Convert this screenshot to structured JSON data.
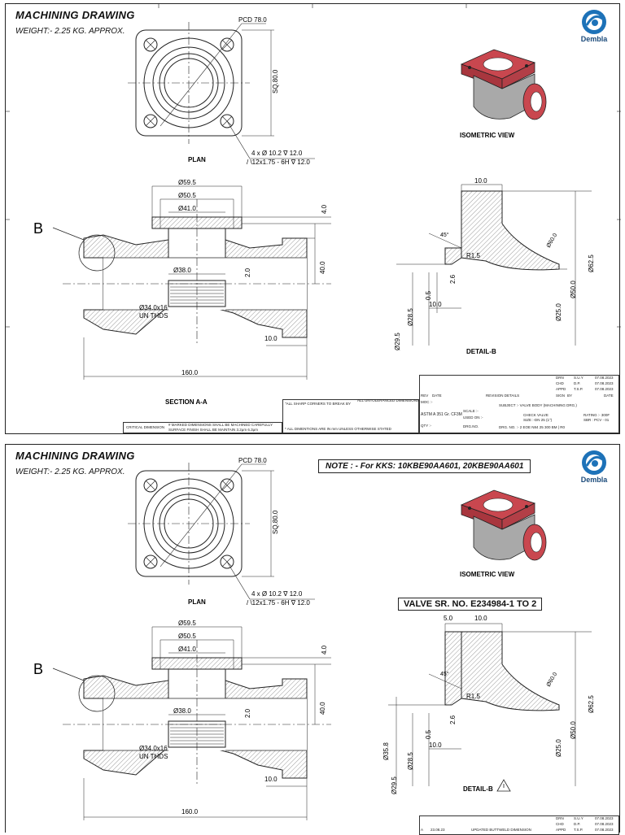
{
  "sheet1": {
    "title": "MACHINING DRAWING",
    "weight": "WEIGHT:- 2.25 KG. APPROX.",
    "logo_text": "Dembla",
    "dims": {
      "pcd": "PCD 78.0",
      "sq": "SQ.80.0",
      "holes": "4 x Ø 10.2 ∇ 12.0",
      "thread": "/ \\12x1.75 - 6H ∇ 12.0",
      "d595": "Ø59.5",
      "d505": "Ø50.5",
      "d410": "Ø41.0",
      "d380": "Ø38.0",
      "d340": "Ø34.0x16",
      "unthds": "UN THDS",
      "d40": "4.0",
      "d400": "40.0",
      "d20": "2.0",
      "d100": "10.0",
      "d1600": "160.0",
      "b": "B",
      "det_100a": "10.0",
      "det_100b": "10.0",
      "det_r15": "R1.5",
      "det_45": "45°",
      "det_625": "Ø62.5",
      "det_500": "Ø50.0",
      "det_250": "Ø25.0",
      "det_295": "Ø29.5",
      "det_285": "Ø28.5",
      "det_05": "0.5",
      "det_26": "2.6",
      "det_600": "Ø60.0"
    },
    "labels": {
      "plan": "PLAN",
      "section": "SECTION A-A",
      "iso": "ISOMETRIC VIEW",
      "detail": "DETAIL-B"
    },
    "titleblock": {
      "drn": "DRN",
      "chd": "CHD",
      "appd": "APPD",
      "rev": "REV",
      "date": "DATE",
      "rev_details": "REVISION DETAILS",
      "sign": "SIGN",
      "by": "BY",
      "date2": "DATE",
      "drn_by": "S.U.Y",
      "chd_by": "D.P.",
      "appd_by": "T.S.P.",
      "drn_date": "07.08.2023",
      "chd_date": "07.08.2023",
      "appd_date": "07.08.2023",
      "moc": "MOC :-",
      "material": "ASTM A 351 Gr. CF3M",
      "qty": "QTY :-",
      "scale": "SCALE :-",
      "used_on": "USED ON :-",
      "drg_no_lbl": "DRG.NO.",
      "subject": "SUBJECT :- VALVE BODY (MACHINING DRG.)",
      "check": "CHECK VALVE",
      "size": "SIZE :-DN 25 (1\")",
      "rating": "RATING :- 300F",
      "sbr": "SBR : PCV - 01",
      "drg_no": "DRG. NO. :- 2 EOE N84 25 300 BM | R0",
      "notes_sharp": "\"ALL SHARP CORNERS TO BREAK BY",
      "notes_tol": "ALL UNTOLERANCED DIMENSIONS",
      "notes_all": "* ALL DIMENTIONS ARE IN mm UNLESS OTHERWISE STATED",
      "critical": "CRITICAL DIMENSION",
      "marked": "# MARKED DIMENSIONS SHALL BE MACHINED CAREFULLY SURFACE FINISH SHALL BE MAINTAIN 3.2μm 6.3μm"
    }
  },
  "sheet2": {
    "title": "MACHINING DRAWING",
    "weight": "WEIGHT:- 2.25 KG. APPROX.",
    "logo_text": "Dembla",
    "note": "NOTE : - For KKS: 10KBE90AA601, 20KBE90AA601",
    "valve_sr": "VALVE SR. NO. E234984-1 TO 2",
    "dims": {
      "pcd": "PCD 78.0",
      "sq": "SQ.80.0",
      "holes": "4 x Ø 10.2 ∇ 12.0",
      "thread": "/ \\12x1.75 - 6H ∇ 12.0",
      "d595": "Ø59.5",
      "d505": "Ø50.5",
      "d410": "Ø41.0",
      "d380": "Ø38.0",
      "d340": "Ø34.0x16",
      "unthds": "UN THDS",
      "d40": "4.0",
      "d400": "40.0",
      "d20": "2.0",
      "d100": "10.0",
      "d1600": "160.0",
      "b": "B",
      "det_50": "5.0",
      "det_100a": "10.0",
      "det_100b": "10.0",
      "det_r15": "R1.5",
      "det_45": "45°",
      "det_625": "Ø62.5",
      "det_500": "Ø50.0",
      "det_250": "Ø25.0",
      "det_358": "Ø35.8",
      "det_295": "Ø29.5",
      "det_285": "Ø28.5",
      "det_05": "0.5",
      "det_26": "2.6",
      "det_600": "Ø60.0"
    },
    "labels": {
      "plan": "PLAN",
      "iso": "ISOMETRIC VIEW",
      "detail": "DETAIL-B"
    },
    "titleblock": {
      "drn": "DRN",
      "chd": "CHD",
      "appd": "APPD",
      "drn_by": "S.U.Y",
      "chd_by": "D.P.",
      "appd_by": "T.S.P.",
      "drn_date": "07.08.2023",
      "chd_date": "07.08.2023",
      "appd_date": "07.08.2023",
      "rev_row": "UPDATED BUTTWELD DIMENSION",
      "rev_no": "A",
      "rev_date": "23.08.23"
    }
  },
  "colors": {
    "line": "#222222",
    "hatch": "#555555",
    "part_red": "#c9474f",
    "part_grey": "#a9a9a9",
    "logo_blue": "#1d72b8"
  }
}
